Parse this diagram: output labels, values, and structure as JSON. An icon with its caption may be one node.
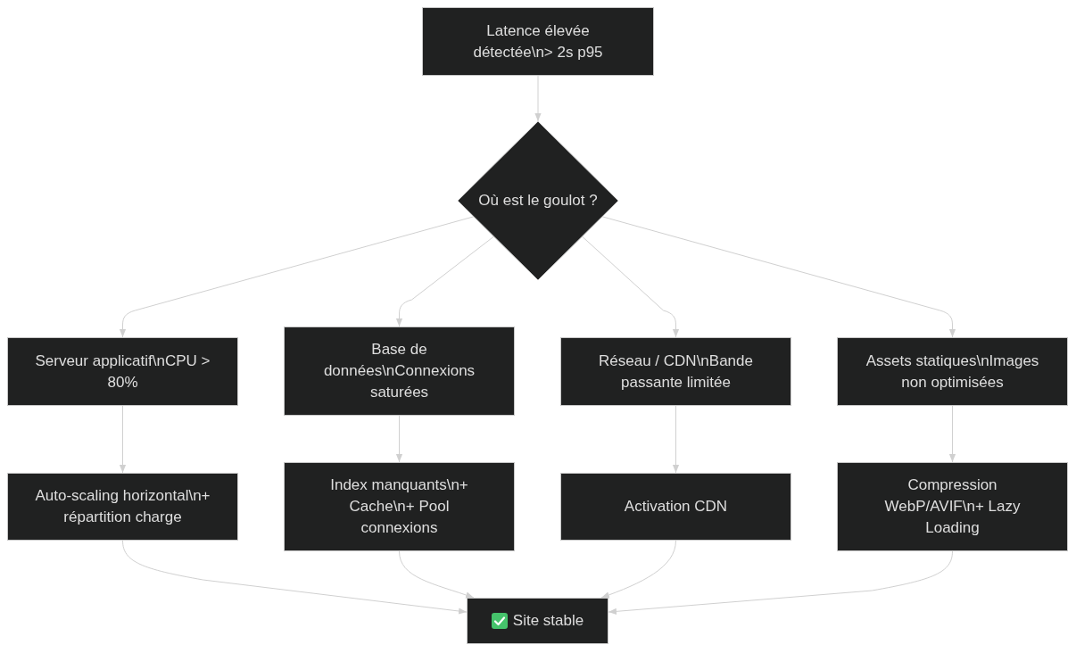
{
  "diagram": {
    "nodes": [
      {
        "text": [
          "Latence élevée détectée\\n> 2s p95"
        ]
      },
      {
        "text": [
          "Où est le goulot ?"
        ]
      },
      {
        "text": [
          "Serveur applicatif\\nCPU > 80%"
        ]
      },
      {
        "text": [
          "Base de données\\nConnexions saturées"
        ]
      },
      {
        "text": [
          "Réseau / CDN\\nBande passante limitée"
        ]
      },
      {
        "text": [
          "Assets statiques\\nImages non optimisées"
        ]
      },
      {
        "text": [
          "Auto-scaling horizontal\\n+ répartition charge"
        ]
      },
      {
        "text": [
          "Index manquants\\n+ Cache\\n+ Pool connexions"
        ]
      },
      {
        "text": [
          "Activation CDN"
        ]
      },
      {
        "text": [
          "Compression WebP/AVIF\\n+ Lazy Loading"
        ]
      },
      {
        "text": [
          "Site stable"
        ]
      }
    ],
    "edges": [
      {
        "from": 0,
        "to": 1,
        "arrow": "to"
      },
      {
        "from": 1,
        "to": 2,
        "arrow": "to"
      },
      {
        "from": 1,
        "to": 3,
        "arrow": "to"
      },
      {
        "from": 1,
        "to": 4,
        "arrow": "to"
      },
      {
        "from": 1,
        "to": 5,
        "arrow": "to"
      },
      {
        "from": 2,
        "to": 6,
        "arrow": "to"
      },
      {
        "from": 3,
        "to": 7,
        "arrow": "to"
      },
      {
        "from": 4,
        "to": 8,
        "arrow": "to"
      },
      {
        "from": 5,
        "to": 9,
        "arrow": "to"
      },
      {
        "from": 6,
        "to": 10,
        "arrow": "to"
      },
      {
        "from": 7,
        "to": 10,
        "arrow": "to"
      },
      {
        "from": 8,
        "to": 10,
        "arrow": "to"
      },
      {
        "from": 9,
        "to": 10,
        "arrow": "to"
      }
    ]
  }
}
